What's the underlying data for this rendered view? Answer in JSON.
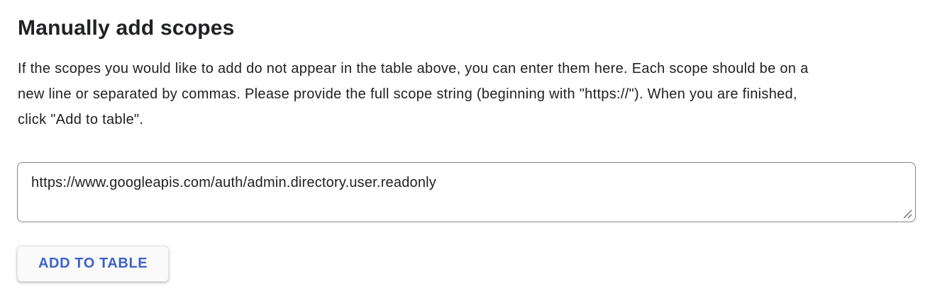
{
  "page": {
    "title": "Manually add scopes",
    "description": "If the scopes you would like to add do not appear in the table above, you can enter them here. Each scope should be on a\nnew line or separated by commas. Please provide the full scope string (beginning with \"https://\"). When you are finished,\nclick \"Add to table\".",
    "scopes_input": {
      "value": "https://www.googleapis.com/auth/admin.directory.user.readonly"
    },
    "add_button_label": "ADD TO TABLE",
    "colors": {
      "accent_blue": "#3d62c8",
      "text": "#202124",
      "textarea_border": "#80868b",
      "button_background": "#fafafa",
      "page_background": "#ffffff"
    }
  }
}
